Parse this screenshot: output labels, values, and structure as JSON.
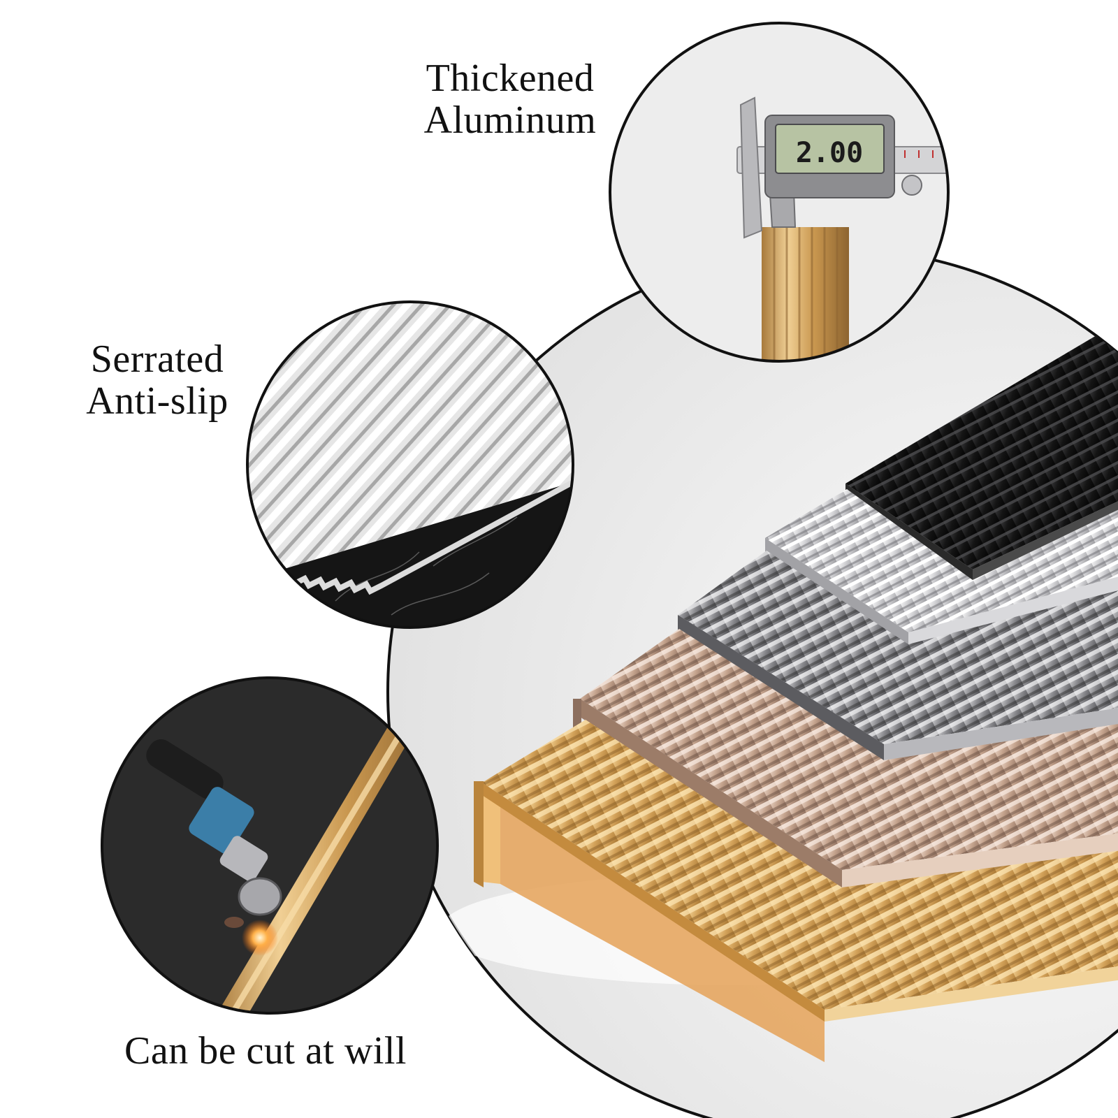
{
  "features": {
    "thickened": {
      "line1": "Thickened",
      "line2": "Aluminum"
    },
    "serrated": {
      "line1": "Serrated",
      "line2": "Anti-slip"
    },
    "cut": {
      "label": "Can be cut at will"
    }
  },
  "caliper_display": "2.00",
  "colors": {
    "gold": "#d2a45e",
    "champagne": "#c5a48e",
    "titanium": "#8e8e90",
    "silver": "#cfcfd2",
    "black": "#141414",
    "background_circle": "#ececec",
    "outline": "#111111"
  },
  "finishes": [
    "gold",
    "champagne",
    "titanium",
    "silver",
    "black"
  ]
}
